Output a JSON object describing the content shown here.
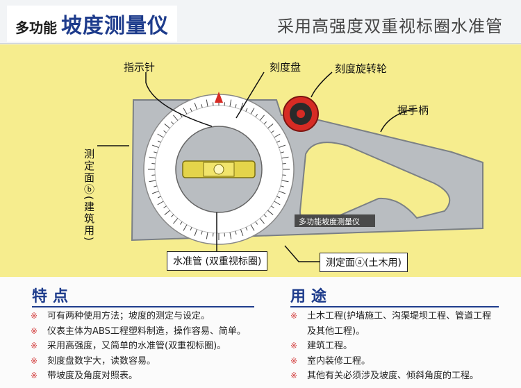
{
  "header": {
    "title_small": "多功能",
    "title_big": "坡度测量仪",
    "subtitle": "采用高强度双重视标圈水准管"
  },
  "diagram": {
    "label_pointer": "指示针",
    "label_dial": "刻度盘",
    "label_knob": "刻度旋转轮",
    "label_handle": "握手柄",
    "label_side_b": "测定面ⓑ(建筑用)",
    "label_vial": "水准管 (双重视标圈)",
    "label_side_a": "测定面ⓐ(土木用)",
    "device_name": "多功能坡度测量仪"
  },
  "features": {
    "title": "特点",
    "items": [
      "可有两种使用方法；坡度的测定与设定。",
      "仪表主体为ABS工程塑料制造，操作容易、简单。",
      "采用高强度，又简单的水准管(双重视标圈)。",
      "刻度盘数字大，读数容易。",
      "带坡度及角度对照表。"
    ]
  },
  "uses": {
    "title": "用途",
    "items": [
      "土木工程(护墙施工、沟渠堤坝工程、管道工程及其他工程)。",
      "建筑工程。",
      "室内装修工程。",
      "其他有关必须涉及坡度、倾斜角度的工程。"
    ]
  },
  "bullet": "※",
  "colors": {
    "panel_yellow": "#f6ed8e",
    "title_blue": "#1e3c8c",
    "knob_red": "#d62b24",
    "bullet_red": "#d23a3a"
  }
}
